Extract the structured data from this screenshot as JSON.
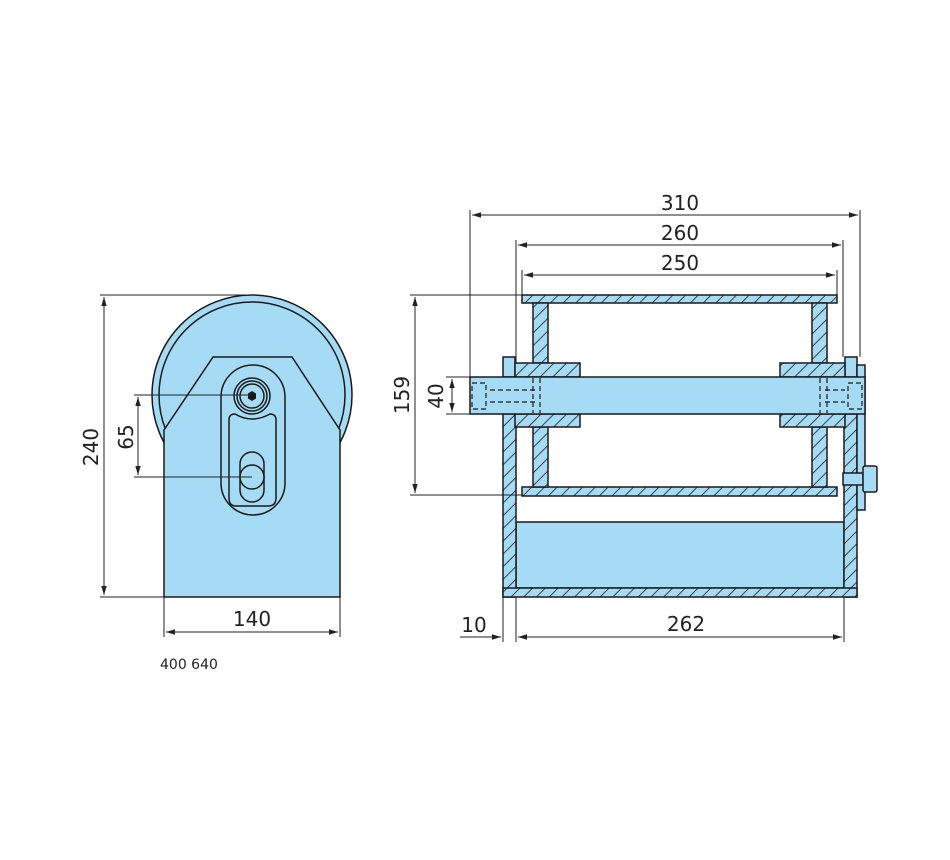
{
  "colors": {
    "fill": "#a6dbf5",
    "line": "#1a1a1a"
  },
  "side_view": {
    "dim_height": "240",
    "dim_axis_offset": "65",
    "dim_width": "140",
    "article_number": "400 640"
  },
  "front_view": {
    "dim_overall": "310",
    "dim_frame": "260",
    "dim_drum": "250",
    "dim_drum_diameter": "159",
    "dim_shaft": "40",
    "dim_plate": "10",
    "dim_inner": "262"
  }
}
